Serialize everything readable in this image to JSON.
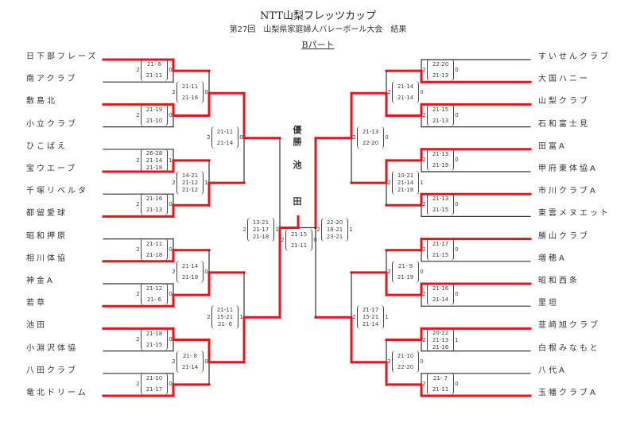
{
  "header": {
    "title": "NTT山梨フレッツカップ",
    "subtitle": "第27回　山梨県家庭婦人バレーボール大会　結果",
    "part": "Bパート"
  },
  "champion": {
    "label": "優勝",
    "name": "池田"
  },
  "colors": {
    "winner_line": "#e8141b",
    "loser_line": "#333333"
  },
  "left": {
    "teams": [
      "日下部フレーズ",
      "南アクラブ",
      "敷島北",
      "小立クラブ",
      "ひこばえ",
      "宝ウエーブ",
      "千塚リベルタ",
      "都留愛球",
      "昭和押原",
      "相川体協",
      "神金A",
      "若草",
      "池田",
      "小淵沢体協",
      "八田クラブ",
      "竜北ドリーム"
    ],
    "r1": [
      {
        "scores": [
          "21- 6",
          "21-11"
        ],
        "winner": 0,
        "won": "2",
        "lost": "0"
      },
      {
        "scores": [
          "21-19",
          "21-10"
        ],
        "winner": 0,
        "won": "2",
        "lost": "0"
      },
      {
        "scores": [
          "26-28",
          "21-14",
          "21-18"
        ],
        "winner": 1,
        "won": "2",
        "lost": "1"
      },
      {
        "scores": [
          "21-16",
          "21-13"
        ],
        "winner": 1,
        "won": "2",
        "lost": "0"
      },
      {
        "scores": [
          "21-11",
          "21-18"
        ],
        "winner": 1,
        "won": "2",
        "lost": "0"
      },
      {
        "scores": [
          "21-12",
          "21- 6"
        ],
        "winner": 1,
        "won": "2",
        "lost": "0"
      },
      {
        "scores": [
          "21-18",
          "21-15"
        ],
        "winner": 0,
        "won": "2",
        "lost": "0"
      },
      {
        "scores": [
          "21-10",
          "21-17"
        ],
        "winner": 1,
        "won": "2",
        "lost": "0"
      }
    ],
    "r2": [
      {
        "scores": [
          "21-11",
          "21-16"
        ],
        "winner": 1,
        "won": "2",
        "lost": "0"
      },
      {
        "scores": [
          "14-21",
          "21-12",
          "21-12"
        ],
        "winner": 1,
        "won": "2",
        "lost": "1"
      },
      {
        "scores": [
          "21-14",
          "21-19"
        ],
        "winner": 1,
        "won": "2",
        "lost": "0"
      },
      {
        "scores": [
          "21- 8",
          "21-14"
        ],
        "winner": 0,
        "won": "2",
        "lost": "0"
      }
    ],
    "r3": [
      {
        "scores": [
          "21-11",
          "21-14"
        ],
        "winner": 0,
        "won": "2",
        "lost": "0"
      },
      {
        "scores": [
          "21-11",
          "15-21",
          "21- 6"
        ],
        "winner": 1,
        "won": "2",
        "lost": "1"
      }
    ],
    "semi": {
      "scores": [
        "13-21",
        "21-17",
        "21-18"
      ],
      "winner": 1,
      "won": "2",
      "lost": "1"
    }
  },
  "right": {
    "teams": [
      "すいせんクラブ",
      "大国ハニー",
      "山梨クラブ",
      "石和富士見",
      "田富A",
      "甲府東体協A",
      "市川クラブA",
      "東雲メヌエット",
      "勝山クラブ",
      "増穂A",
      "昭和西条",
      "里垣",
      "韮崎旭クラブ",
      "白根みなもと",
      "八代A",
      "玉幡クラブA"
    ],
    "r1": [
      {
        "scores": [
          "22-20",
          "21-13"
        ],
        "winner": 1,
        "won": "2",
        "lost": "0"
      },
      {
        "scores": [
          "21-15",
          "21-13"
        ],
        "winner": 0,
        "won": "2",
        "lost": "0"
      },
      {
        "scores": [
          "21-13",
          "21-19"
        ],
        "winner": 0,
        "won": "2",
        "lost": "0"
      },
      {
        "scores": [
          "21-13",
          "21-15"
        ],
        "winner": 0,
        "won": "2",
        "lost": "0"
      },
      {
        "scores": [
          "21-17",
          "21-15"
        ],
        "winner": 0,
        "won": "2",
        "lost": "0"
      },
      {
        "scores": [
          "21-16",
          "21-14"
        ],
        "winner": 0,
        "won": "2",
        "lost": "0"
      },
      {
        "scores": [
          "20-22",
          "21-13",
          "21-16"
        ],
        "winner": 0,
        "won": "2",
        "lost": "1"
      },
      {
        "scores": [
          "21- 7",
          "21-11"
        ],
        "winner": 1,
        "won": "2",
        "lost": "0"
      }
    ],
    "r2": [
      {
        "scores": [
          "21-14",
          "21-14"
        ],
        "winner": 1,
        "won": "2",
        "lost": "0"
      },
      {
        "scores": [
          "10-21",
          "21-14",
          "21-18"
        ],
        "winner": 0,
        "won": "2",
        "lost": "1"
      },
      {
        "scores": [
          "21- 9",
          "21-19"
        ],
        "winner": 1,
        "won": "2",
        "lost": "0"
      },
      {
        "scores": [
          "21-10",
          "22-20"
        ],
        "winner": 1,
        "won": "2",
        "lost": "0"
      }
    ],
    "r3": [
      {
        "scores": [
          "21-13",
          "22-20"
        ],
        "winner": 0,
        "won": "2",
        "lost": "0"
      },
      {
        "scores": [
          "21-17",
          "15-21",
          "21-14"
        ],
        "winner": 1,
        "won": "2",
        "lost": "1"
      }
    ],
    "semi": {
      "scores": [
        "22-20",
        "18-21",
        "23-21"
      ],
      "winner": 0,
      "won": "2",
      "lost": "1"
    }
  },
  "final": {
    "scores": [
      "21-15",
      "21-11"
    ],
    "winner": "left",
    "won": "2",
    "lost": "0"
  }
}
